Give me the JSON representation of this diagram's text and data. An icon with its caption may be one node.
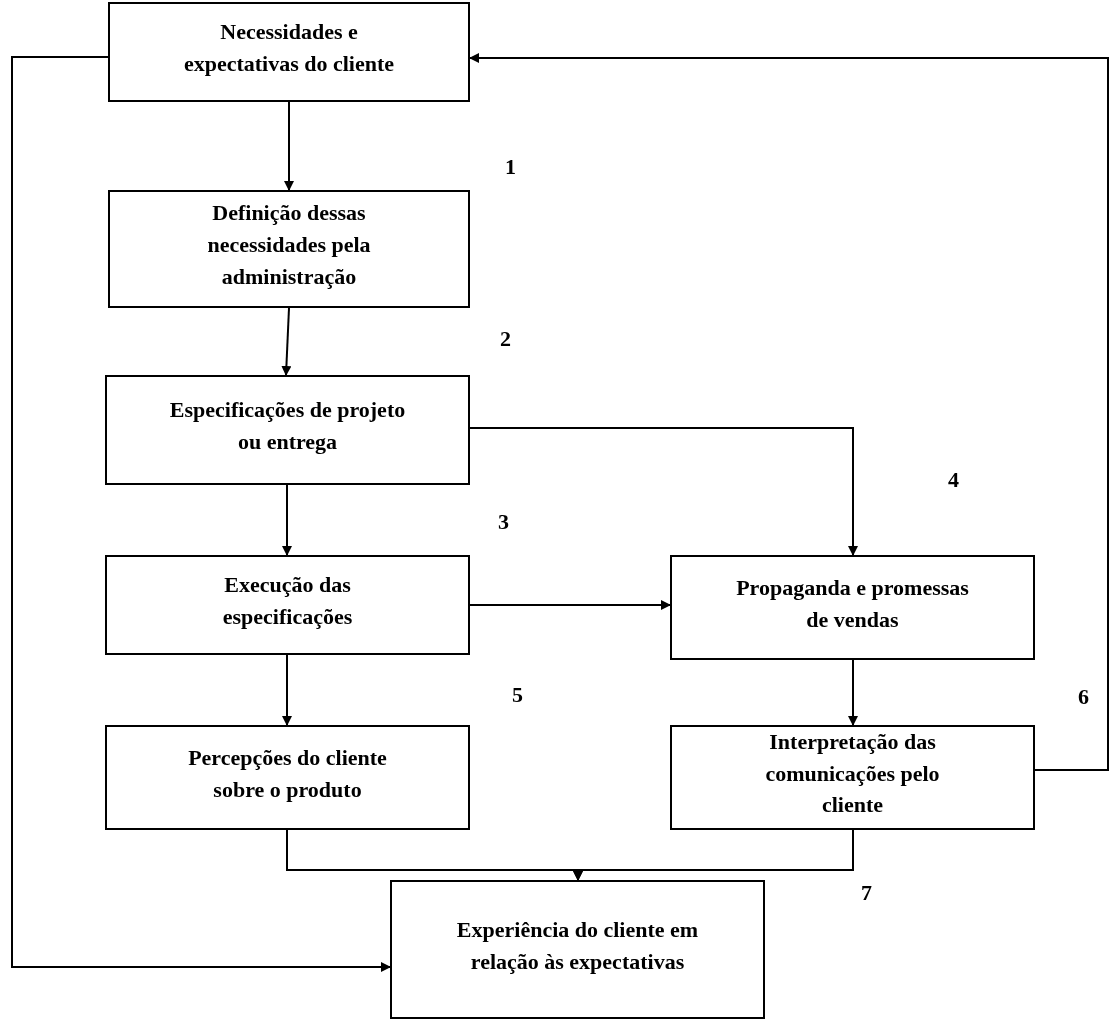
{
  "diagram": {
    "nodes": [
      {
        "text": [
          "Necessidades e expectativas do cliente"
        ]
      },
      {
        "text": [
          "Definição dessas necessidades pela administração"
        ]
      },
      {
        "text": [
          "Especificações de projeto ou entrega"
        ]
      },
      {
        "text": [
          "Execução das especificações"
        ]
      },
      {
        "text": [
          "Propaganda e promessas de vendas"
        ]
      },
      {
        "text": [
          "Percepções do cliente sobre o produto"
        ]
      },
      {
        "text": [
          "Interpretação das comunicações pelo cliente"
        ]
      },
      {
        "text": [
          "Experiência do cliente em relação às expectativas"
        ]
      }
    ],
    "edges": [
      {
        "from": 0,
        "to": 1,
        "arrow": "to"
      },
      {
        "from": 1,
        "to": 2,
        "arrow": "to"
      },
      {
        "from": 2,
        "to": 3,
        "arrow": "to"
      },
      {
        "from": 2,
        "to": 4,
        "arrow": "to"
      },
      {
        "from": 3,
        "to": 4,
        "arrow": "to"
      },
      {
        "from": 3,
        "to": 5,
        "arrow": "to"
      },
      {
        "from": 4,
        "to": 6,
        "arrow": "to"
      },
      {
        "from": 5,
        "to": 7,
        "arrow": "to"
      },
      {
        "from": 6,
        "to": 7,
        "arrow": "to"
      },
      {
        "from": 6,
        "to": 0,
        "arrow": "to"
      },
      {
        "from": 0,
        "to": 7,
        "arrow": "to"
      }
    ],
    "labels": [
      "1",
      "2",
      "3",
      "4",
      "5",
      "6",
      "7"
    ]
  }
}
